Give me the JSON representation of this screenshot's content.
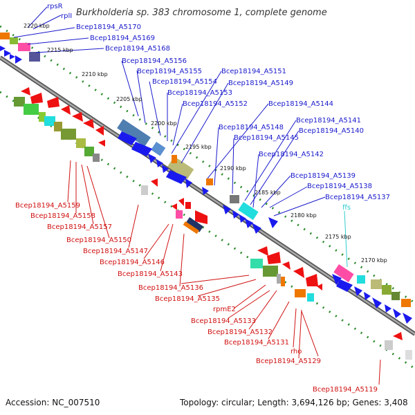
{
  "title": "Burkholderia sp. 383 chromosome 1, complete genome",
  "footer": {
    "accession": "Accession: NC_007510",
    "topology": "Topology: circular; Length: 3,694,126 bp; Genes: 3,408"
  },
  "scale_labels": [
    "2220 kbp",
    "2215 kbp",
    "2210 kbp",
    "2205 kbp",
    "2200 kbp",
    "2195 kbp",
    "2190 kbp",
    "2185 kbp",
    "2180 kbp",
    "2175 kbp",
    "2170 kbp"
  ],
  "forward_labels": [
    "rpsR",
    "rplI",
    "Bcep18194_A5170",
    "Bcep18194_A5169",
    "Bcep18194_A5168",
    "Bcep18194_A5156",
    "Bcep18194_A5155",
    "Bcep18194_A5154",
    "Bcep18194_A5153",
    "Bcep18194_A5152",
    "Bcep18194_A5151",
    "Bcep18194_A5149",
    "Bcep18194_A5144",
    "Bcep18194_A5148",
    "Bcep18194_A5145",
    "Bcep18194_A5141",
    "Bcep18194_A5140",
    "Bcep18194_A5142",
    "Bcep18194_A5139",
    "Bcep18194_A5138",
    "Bcep18194_A5137"
  ],
  "rna_labels": [
    "ffs"
  ],
  "reverse_labels": [
    "Bcep18194_A5159",
    "Bcep18194_A5158",
    "Bcep18194_A5157",
    "Bcep18194_A5150",
    "Bcep18194_A5147",
    "Bcep18194_A5146",
    "Bcep18194_A5143",
    "Bcep18194_A5136",
    "Bcep18194_A5135",
    "rpmE2",
    "Bcep18194_A5133",
    "Bcep18194_A5132",
    "Bcep18194_A5131",
    "rho",
    "Bcep18194_A5129",
    "Bcep18194_A5119"
  ],
  "colors": {
    "forward_label": "#1a1acc",
    "reverse_label": "#d01010",
    "rna_label": "#33cccc",
    "backbone": "#888888",
    "tick": "#2a8a2a"
  }
}
